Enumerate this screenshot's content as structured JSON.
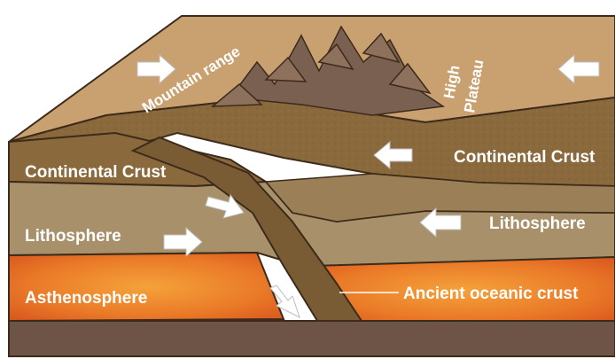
{
  "labels": {
    "mountain_range": "Mountain range",
    "high_plateau_line1": "High",
    "high_plateau_line2": "Plateau",
    "continental_crust_left": "Continental Crust",
    "continental_crust_right": "Continental Crust",
    "lithosphere_left": "Lithosphere",
    "lithosphere_right": "Lithosphere",
    "asthenosphere": "Asthenosphere",
    "ancient_oceanic_crust": "Ancient oceanic crust"
  },
  "colors": {
    "plateau_surface": "#c9a070",
    "continental_crust": "#8a6a3c",
    "lithosphere": "#a8916a",
    "asthenosphere": "#e8762a",
    "base": "#6e5446",
    "mountains": "#7a6050",
    "arrow": "#ffffff"
  }
}
